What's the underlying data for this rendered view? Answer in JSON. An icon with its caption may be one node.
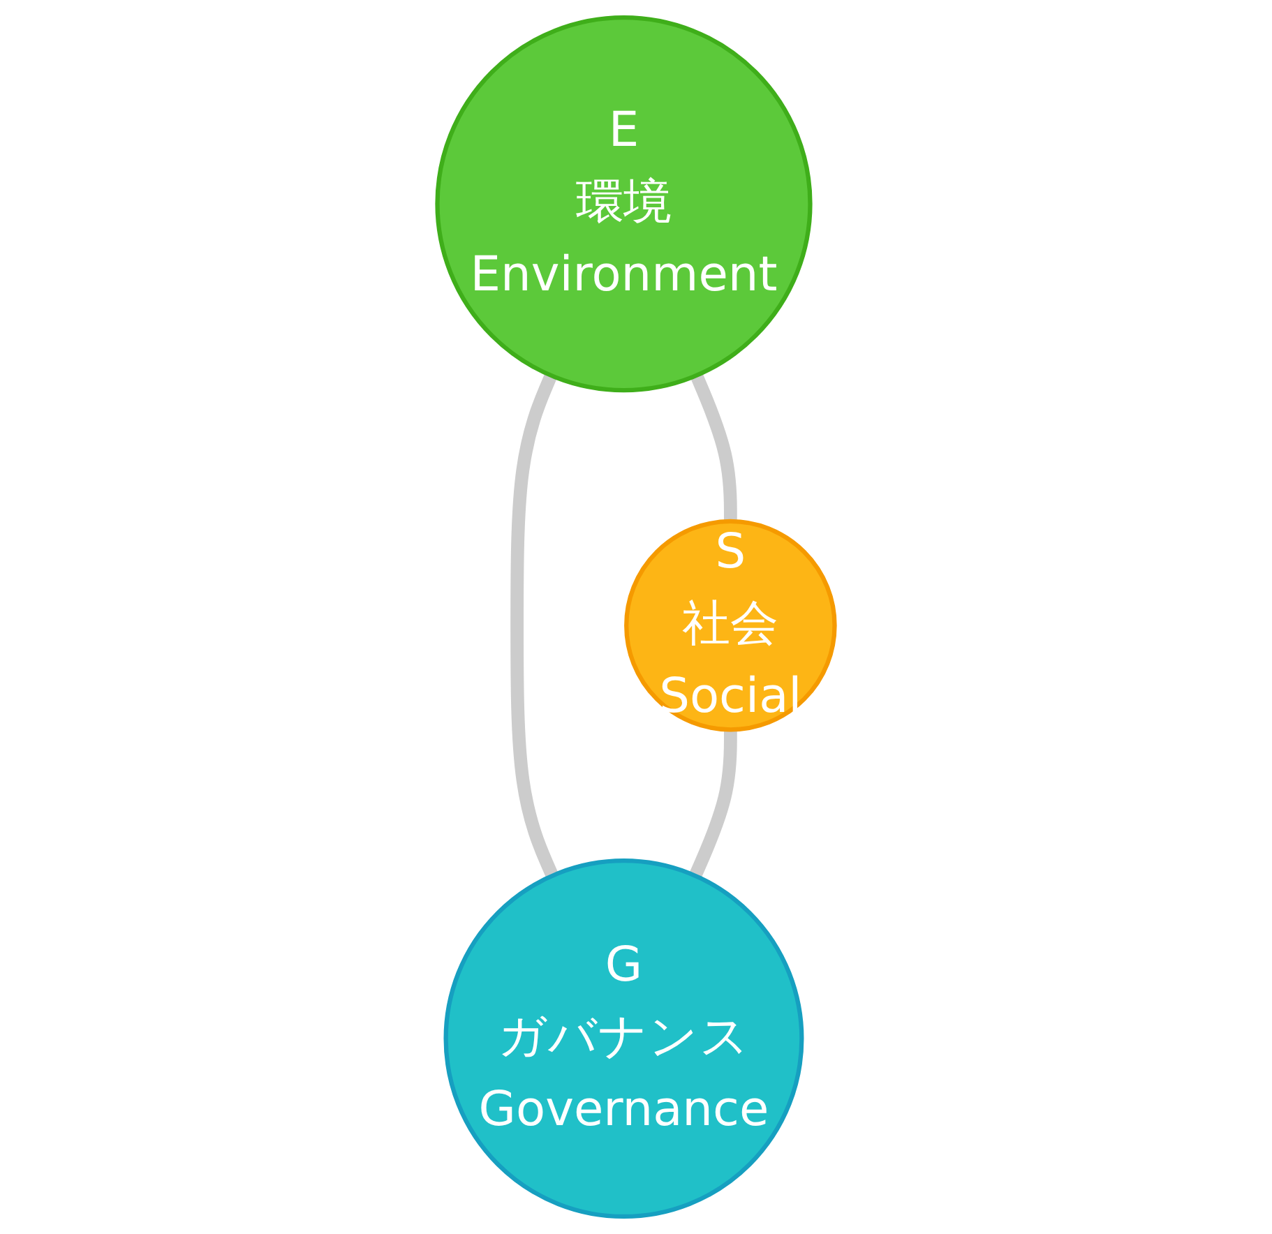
{
  "diagram": {
    "nodes": [
      {
        "text": [
          "E",
          "環境",
          "Environment"
        ]
      },
      {
        "text": [
          "S",
          "社会",
          "Social"
        ]
      },
      {
        "text": [
          "G",
          "ガバナンス",
          "Governance"
        ]
      }
    ],
    "edges": [
      {
        "from": 0,
        "to": 1,
        "arrow": "none"
      },
      {
        "from": 0,
        "to": 2,
        "arrow": "none"
      },
      {
        "from": 1,
        "to": 2,
        "arrow": "none"
      }
    ]
  }
}
